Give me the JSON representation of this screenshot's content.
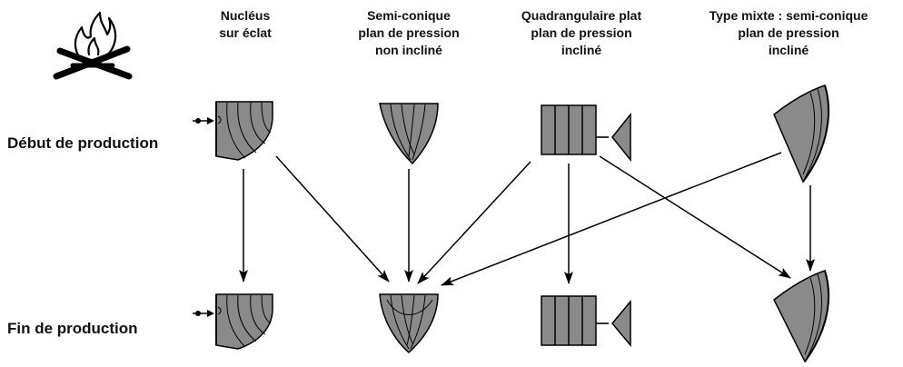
{
  "columns": [
    {
      "lines": [
        "Nucléus",
        "sur éclat"
      ]
    },
    {
      "lines": [
        "Semi-conique",
        "plan de pression",
        "non incliné"
      ]
    },
    {
      "lines": [
        "Quadrangulaire plat",
        "plan de pression",
        "incliné"
      ]
    },
    {
      "lines": [
        "Type mixte : semi-conique",
        "plan de pression",
        "incliné"
      ]
    }
  ],
  "rows": {
    "start": "Début de production",
    "end": "Fin de production"
  },
  "icons": {
    "fire": "campfire-icon",
    "hand": "pointer-icon"
  },
  "colors": {
    "core_fill": "#8a8a8a",
    "line": "#000000"
  }
}
